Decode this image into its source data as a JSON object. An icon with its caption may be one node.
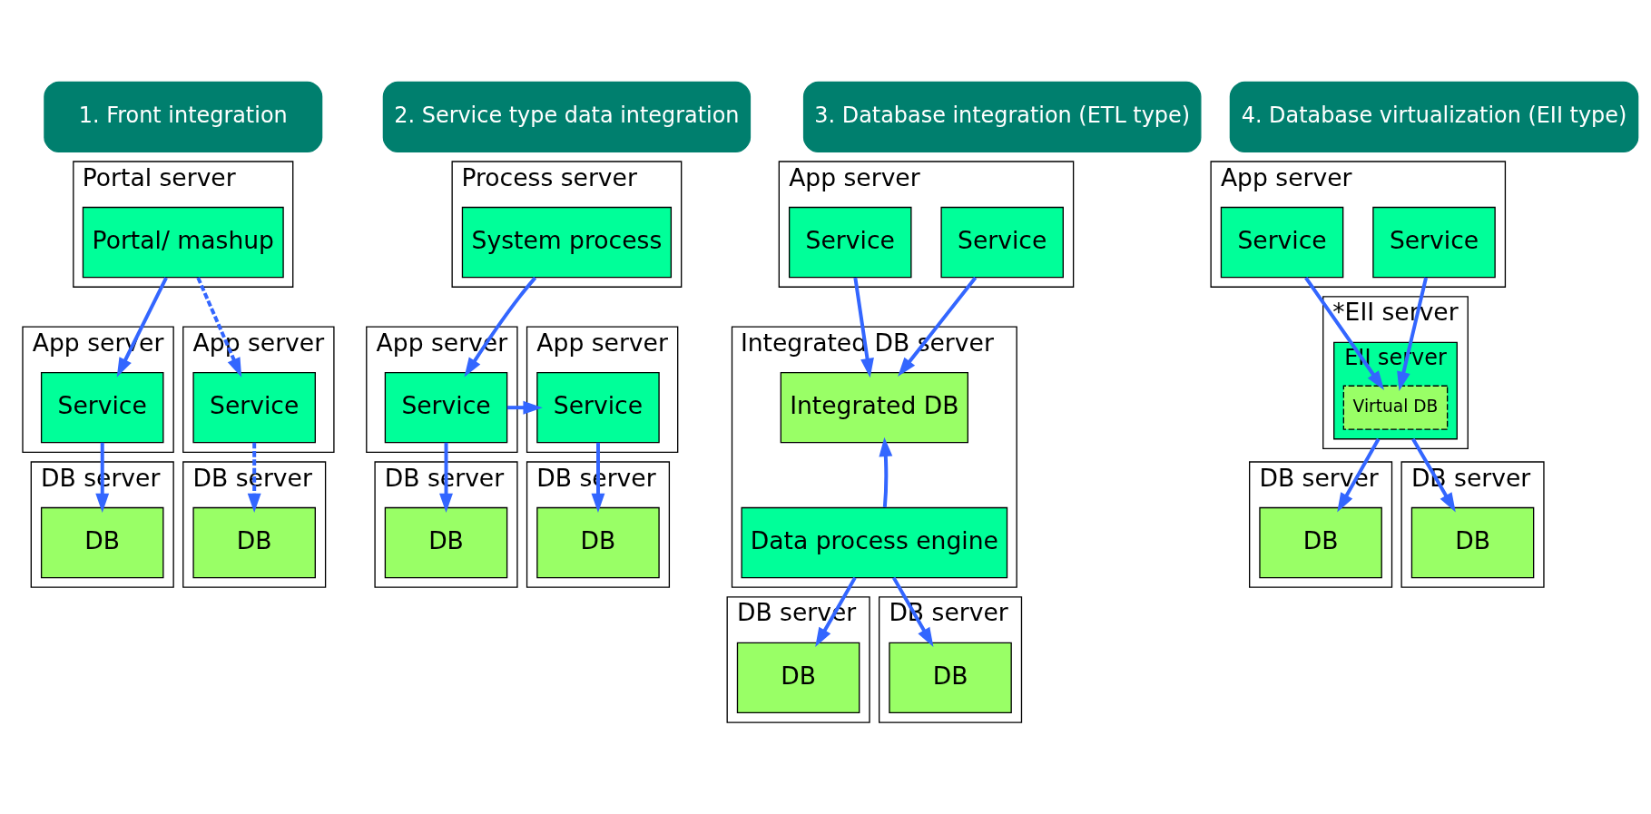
{
  "diagram": {
    "nodes": [
      {
        "text": [
          "1. Front integration"
        ]
      },
      {
        "text": [
          "2. Service type data integration"
        ]
      },
      {
        "text": [
          "3. Database integration (ETL type)"
        ]
      },
      {
        "text": [
          "4. Database virtualization (EII type)"
        ]
      },
      {
        "text": [
          "Portal server"
        ]
      },
      {
        "text": [
          "Portal/ mashup"
        ],
        "in": 4
      },
      {
        "text": [
          "App server"
        ]
      },
      {
        "text": [
          "Service"
        ],
        "in": 6
      },
      {
        "text": [
          "App server"
        ]
      },
      {
        "text": [
          "Service"
        ],
        "in": 8
      },
      {
        "text": [
          "DB server"
        ]
      },
      {
        "text": [
          "DB"
        ],
        "in": 10
      },
      {
        "text": [
          "DB server"
        ]
      },
      {
        "text": [
          "DB"
        ],
        "in": 12
      },
      {
        "text": [
          "Process server"
        ]
      },
      {
        "text": [
          "System process"
        ],
        "in": 14
      },
      {
        "text": [
          "App server"
        ]
      },
      {
        "text": [
          "Service"
        ],
        "in": 16
      },
      {
        "text": [
          "App server"
        ]
      },
      {
        "text": [
          "Service"
        ],
        "in": 18
      },
      {
        "text": [
          "DB server"
        ]
      },
      {
        "text": [
          "DB"
        ],
        "in": 20
      },
      {
        "text": [
          "DB server"
        ]
      },
      {
        "text": [
          "DB"
        ],
        "in": 22
      },
      {
        "text": [
          "App server"
        ]
      },
      {
        "text": [
          "Service"
        ],
        "in": 24
      },
      {
        "text": [
          "Service"
        ],
        "in": 24
      },
      {
        "text": [
          "Integrated DB server"
        ]
      },
      {
        "text": [
          "Integrated DB"
        ],
        "in": 27
      },
      {
        "text": [
          "Data process engine"
        ],
        "in": 27
      },
      {
        "text": [
          "DB server"
        ]
      },
      {
        "text": [
          "DB"
        ],
        "in": 30
      },
      {
        "text": [
          "DB server"
        ]
      },
      {
        "text": [
          "DB"
        ],
        "in": 32
      },
      {
        "text": [
          "App server"
        ]
      },
      {
        "text": [
          "Service"
        ],
        "in": 34
      },
      {
        "text": [
          "Service"
        ],
        "in": 34
      },
      {
        "text": [
          "*EII server"
        ]
      },
      {
        "text": [
          "EII server"
        ],
        "in": 37
      },
      {
        "text": [
          "Virtual DB"
        ],
        "in": 38
      },
      {
        "text": [
          "DB server"
        ]
      },
      {
        "text": [
          "DB"
        ],
        "in": 40
      },
      {
        "text": [
          "DB server"
        ]
      },
      {
        "text": [
          "DB"
        ],
        "in": 42
      }
    ],
    "edges": [
      {
        "from": 5,
        "to": 7,
        "arrow": "to"
      },
      {
        "from": 5,
        "to": 9,
        "arrow": "to",
        "style": "dashed"
      },
      {
        "from": 7,
        "to": 11,
        "arrow": "to"
      },
      {
        "from": 9,
        "to": 13,
        "arrow": "to",
        "style": "dashed"
      },
      {
        "from": 15,
        "to": 17,
        "arrow": "to"
      },
      {
        "from": 17,
        "to": 19,
        "arrow": "to"
      },
      {
        "from": 17,
        "to": 21,
        "arrow": "to"
      },
      {
        "from": 19,
        "to": 23,
        "arrow": "to"
      },
      {
        "from": 25,
        "to": 28,
        "arrow": "to"
      },
      {
        "from": 26,
        "to": 28,
        "arrow": "to"
      },
      {
        "from": 29,
        "to": 28,
        "arrow": "to"
      },
      {
        "from": 29,
        "to": 31,
        "arrow": "to"
      },
      {
        "from": 29,
        "to": 33,
        "arrow": "to"
      },
      {
        "from": 35,
        "to": 39,
        "arrow": "to"
      },
      {
        "from": 36,
        "to": 39,
        "arrow": "to"
      },
      {
        "from": 38,
        "to": 41,
        "arrow": "to"
      },
      {
        "from": 38,
        "to": 43,
        "arrow": "to"
      }
    ]
  }
}
